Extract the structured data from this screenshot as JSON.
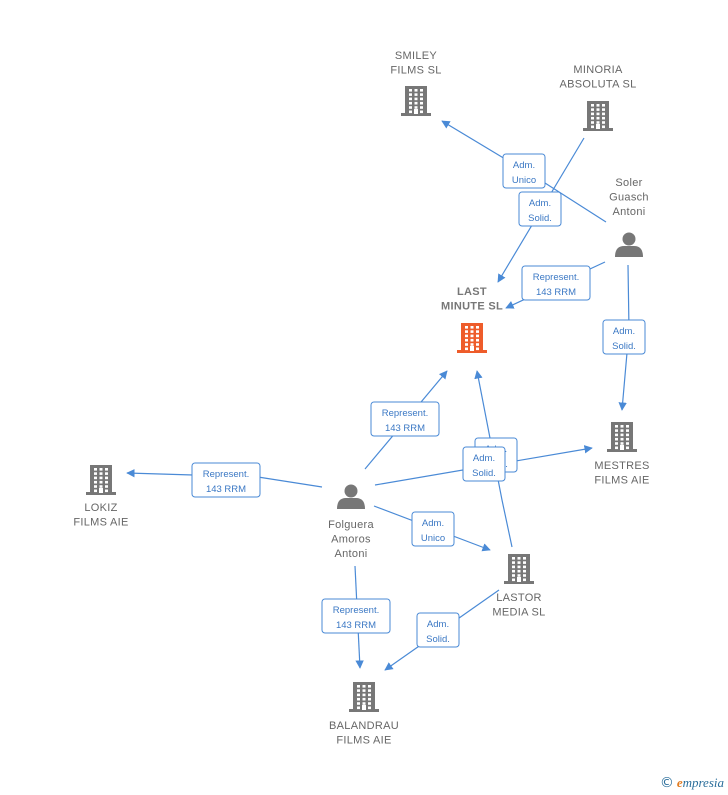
{
  "colors": {
    "company": "#777777",
    "focus": "#ee5c2a",
    "person": "#777777",
    "edge": "#4a8ad6"
  },
  "nodes": [
    {
      "id": "smiley",
      "type": "company",
      "lines": [
        "SMILEY",
        "FILMS  SL"
      ]
    },
    {
      "id": "minoria",
      "type": "company",
      "lines": [
        "MINORIA",
        "ABSOLUTA SL"
      ]
    },
    {
      "id": "soler",
      "type": "person",
      "lines": [
        "Soler",
        "Guasch",
        "Antoni"
      ]
    },
    {
      "id": "lastminute",
      "type": "focus",
      "lines": [
        "LAST",
        "MINUTE  SL"
      ]
    },
    {
      "id": "mestres",
      "type": "company",
      "lines": [
        "MESTRES",
        "FILMS  AIE"
      ]
    },
    {
      "id": "lokiz",
      "type": "company",
      "lines": [
        "LOKIZ",
        "FILMS AIE"
      ]
    },
    {
      "id": "folguera",
      "type": "person",
      "lines": [
        "Folguera",
        "Amoros",
        "Antoni"
      ]
    },
    {
      "id": "lastor",
      "type": "company",
      "lines": [
        "LASTOR",
        "MEDIA SL"
      ]
    },
    {
      "id": "balandrau",
      "type": "company",
      "lines": [
        "BALANDRAU",
        "FILMS  AIE"
      ]
    }
  ],
  "edges": [
    {
      "from": "soler",
      "to": "smiley",
      "lines": [
        "Adm.",
        "Unico"
      ]
    },
    {
      "from": "minoria",
      "to": "lastminute",
      "lines": [
        "Adm.",
        "Solid."
      ]
    },
    {
      "from": "soler",
      "to": "lastminute",
      "lines": [
        "Represent.",
        "143 RRM"
      ]
    },
    {
      "from": "soler",
      "to": "mestres",
      "lines": [
        "Adm.",
        "Solid."
      ]
    },
    {
      "from": "folguera",
      "to": "lastminute",
      "lines": [
        "Represent.",
        "143 RRM"
      ]
    },
    {
      "from": "folguera",
      "to": "lokiz",
      "lines": [
        "Represent.",
        "143 RRM"
      ]
    },
    {
      "from": "lastor",
      "to": "lastminute",
      "lines": [
        "Adm.",
        "Solid."
      ]
    },
    {
      "from": "folguera",
      "to": "mestres",
      "lines": [
        "Adm.",
        "Solid."
      ]
    },
    {
      "from": "folguera",
      "to": "lastor",
      "lines": [
        "Adm.",
        "Unico"
      ]
    },
    {
      "from": "folguera",
      "to": "balandrau",
      "lines": [
        "Represent.",
        "143 RRM"
      ]
    },
    {
      "from": "lastor",
      "to": "balandrau",
      "lines": [
        "Adm.",
        "Solid."
      ]
    }
  ],
  "footer": {
    "copyright": "©",
    "brand_first": "e",
    "brand_rest": "mpresia"
  }
}
